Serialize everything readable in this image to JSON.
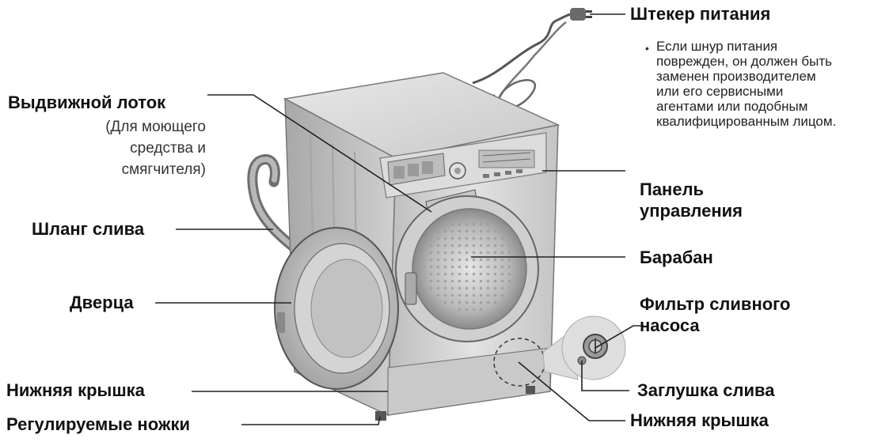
{
  "labels": {
    "power_plug": "Штекер питания",
    "power_note": [
      "Если шнур питания",
      "поврежден, он должен быть",
      "заменен производителем",
      "или его сервисными",
      "агентами или подобным",
      "квалифицированным лицом."
    ],
    "tray": "Выдвижной лоток",
    "tray_sub": [
      "(Для моющего",
      "средства и",
      "смягчителя)"
    ],
    "control_panel": [
      "Панель",
      "управления"
    ],
    "drain_hose": "Шланг слива",
    "drum": "Барабан",
    "door": "Дверца",
    "pump_filter": [
      "Фильтр сливного",
      "насоса"
    ],
    "bottom_cover_left": "Нижняя крышка",
    "drain_plug": "Заглушка слива",
    "adjustable_feet": "Регулируемые ножки",
    "bottom_cover_right": "Нижняя крышка"
  },
  "colors": {
    "text": "#111111",
    "leader_line": "#222222",
    "machine_body": "#d4d4d4",
    "machine_dark": "#9a9a9a",
    "machine_light": "#ececec"
  }
}
